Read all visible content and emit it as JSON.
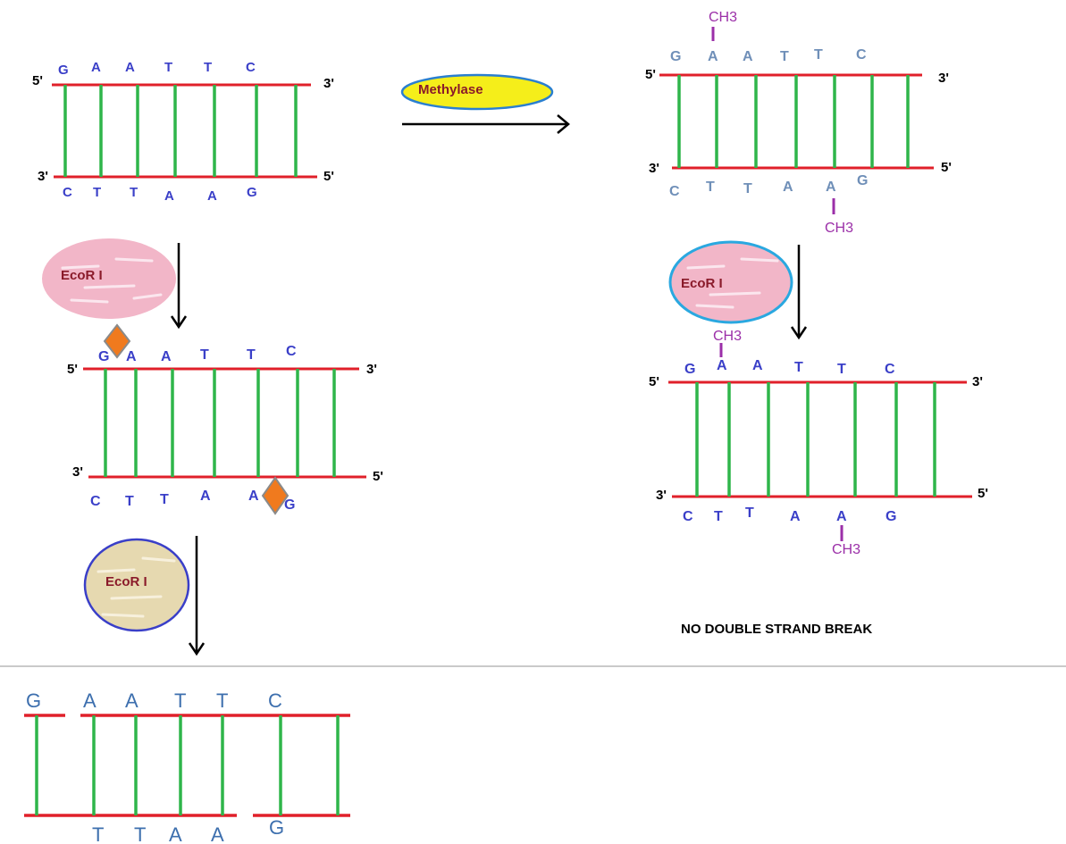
{
  "enzymes": {
    "methylase": "Methylase",
    "ecori": "EcoR I"
  },
  "ends": {
    "five": "5'",
    "three": "3'"
  },
  "methyl": "CH3",
  "caption": "NO DOUBLE STRAND BREAK",
  "top_strand": [
    "G",
    "A",
    "A",
    "T",
    "T",
    "C"
  ],
  "bottom_strand": [
    "C",
    "T",
    "T",
    "A",
    "A",
    "G"
  ],
  "product": {
    "top": [
      "G",
      "A",
      "A",
      "T",
      "T",
      "C"
    ],
    "bottom": [
      "T",
      "T",
      "A",
      "A",
      "G"
    ]
  },
  "colors": {
    "backbone": "#e0202a",
    "rung": "#2fb54a",
    "methylase_fill": "#f5ee1a",
    "methylase_border": "#2a7fd0",
    "ecori_pink": "#f2b6c8",
    "ecori_pink_border": "#2aa8e0",
    "ecori_tan": "#e6d9b0",
    "ecori_tan_border": "#3a3fc8",
    "cut_site": "#f07a1e"
  }
}
